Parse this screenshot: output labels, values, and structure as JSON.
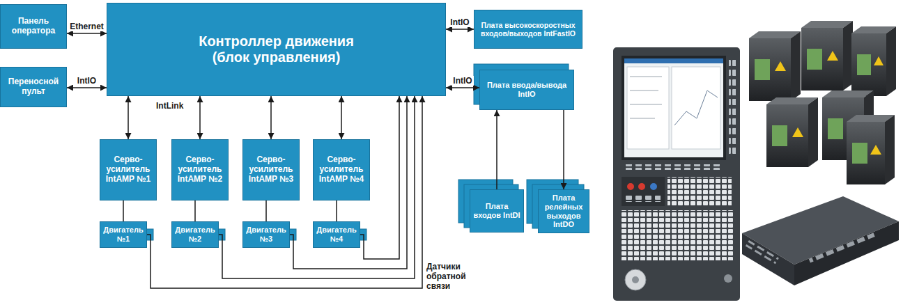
{
  "diagram": {
    "nodes": [
      {
        "text": [
          "Панель оператора"
        ]
      },
      {
        "text": [
          "Контроллер движения (блок управления)"
        ]
      },
      {
        "text": [
          "Плата высокоскоростных входов/выходов IntFastIO"
        ]
      },
      {
        "text": [
          "Переносной пульт"
        ]
      },
      {
        "text": [
          "Плата ввода/вывода IntIO"
        ]
      },
      {
        "text": [
          "Серво- усилитель IntAMP №1"
        ]
      },
      {
        "text": [
          "Серво- усилитель IntAMP №2"
        ]
      },
      {
        "text": [
          "Серво- усилитель IntAMP №3"
        ]
      },
      {
        "text": [
          "Серво- усилитель IntAMP №4"
        ]
      },
      {
        "text": [
          "Плата входов IntDI"
        ]
      },
      {
        "text": [
          "Плата релейных выходов IntDO"
        ]
      },
      {
        "text": [
          "Двигатель №1"
        ]
      },
      {
        "text": [
          "Двигатель №2"
        ]
      },
      {
        "text": [
          "Двигатель №3"
        ]
      },
      {
        "text": [
          "Двигатель №4"
        ]
      }
    ],
    "edges": [
      {
        "from": 0,
        "to": 1,
        "arrow": "both",
        "label": "Ethernet"
      },
      {
        "from": 3,
        "to": 1,
        "arrow": "both",
        "label": "IntIO"
      },
      {
        "from": 1,
        "to": 2,
        "arrow": "both",
        "label": "IntIO"
      },
      {
        "from": 1,
        "to": 4,
        "arrow": "both",
        "label": "IntIO"
      },
      {
        "from": 1,
        "to": 5,
        "arrow": "both"
      },
      {
        "from": 1,
        "to": 6,
        "arrow": "both"
      },
      {
        "from": 1,
        "to": 7,
        "arrow": "both"
      },
      {
        "from": 1,
        "to": 8,
        "arrow": "both"
      },
      {
        "from": 5,
        "to": 11,
        "arrow": "none"
      },
      {
        "from": 6,
        "to": 12,
        "arrow": "none"
      },
      {
        "from": 7,
        "to": 13,
        "arrow": "none"
      },
      {
        "from": 8,
        "to": 14,
        "arrow": "none"
      },
      {
        "from": 11,
        "to": 1,
        "arrow": "to"
      },
      {
        "from": 12,
        "to": 1,
        "arrow": "to"
      },
      {
        "from": 13,
        "to": 1,
        "arrow": "to"
      },
      {
        "from": 14,
        "to": 1,
        "arrow": "to"
      },
      {
        "from": 9,
        "to": 4,
        "arrow": "to"
      },
      {
        "from": 4,
        "to": 10,
        "arrow": "to"
      }
    ],
    "labels": [
      "IntLink",
      "Датчики обратной связи"
    ]
  }
}
